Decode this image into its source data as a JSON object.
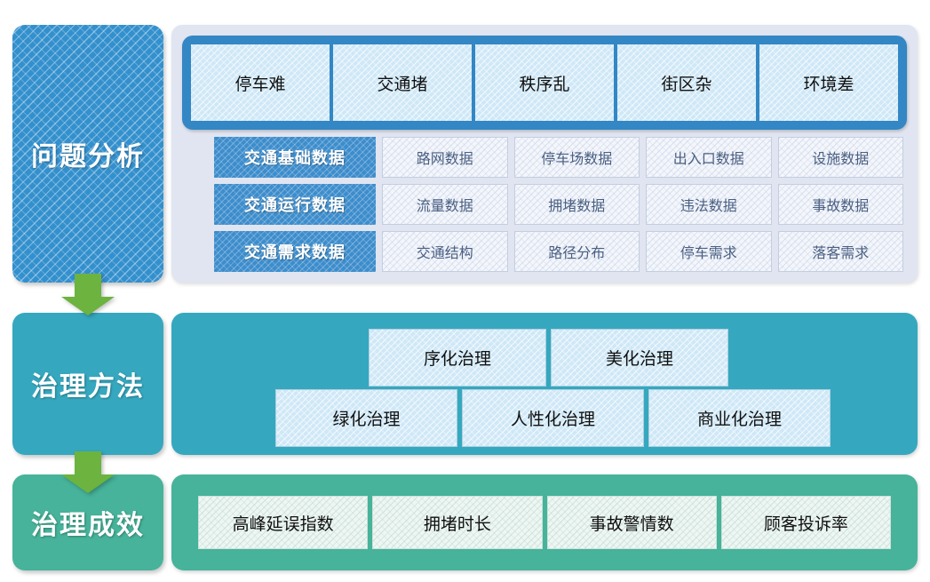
{
  "colors": {
    "rail_problem": "#3390cd",
    "rail_method": "#35a8bf",
    "rail_effect": "#46b39a",
    "panel_problem_bg": "#e0e5f1",
    "problem_frame": "#3387c4",
    "arrow_green": "#6cb33f",
    "cell_light_blue": "#cfe8f7",
    "cell_palest": "#f4f6fb"
  },
  "sections": {
    "problem": {
      "rail_label": "问题分析",
      "top_issues": [
        "停车难",
        "交通堵",
        "秩序乱",
        "街区杂",
        "环境差"
      ],
      "data_rows": [
        {
          "label": "交通基础数据",
          "cells": [
            "路网数据",
            "停车场数据",
            "出入口数据",
            "设施数据"
          ]
        },
        {
          "label": "交通运行数据",
          "cells": [
            "流量数据",
            "拥堵数据",
            "违法数据",
            "事故数据"
          ]
        },
        {
          "label": "交通需求数据",
          "cells": [
            "交通结构",
            "路径分布",
            "停车需求",
            "落客需求"
          ]
        }
      ]
    },
    "method": {
      "rail_label": "治理方法",
      "row1": [
        "序化治理",
        "美化治理"
      ],
      "row2": [
        "绿化治理",
        "人性化治理",
        "商业化治理"
      ]
    },
    "effect": {
      "rail_label": "治理成效",
      "cells": [
        "高峰延误指数",
        "拥堵时长",
        "事故警情数",
        "顾客投诉率"
      ]
    }
  },
  "arrows": [
    {
      "name": "down-arrow-problem-to-method"
    },
    {
      "name": "down-arrow-method-to-effect"
    }
  ]
}
